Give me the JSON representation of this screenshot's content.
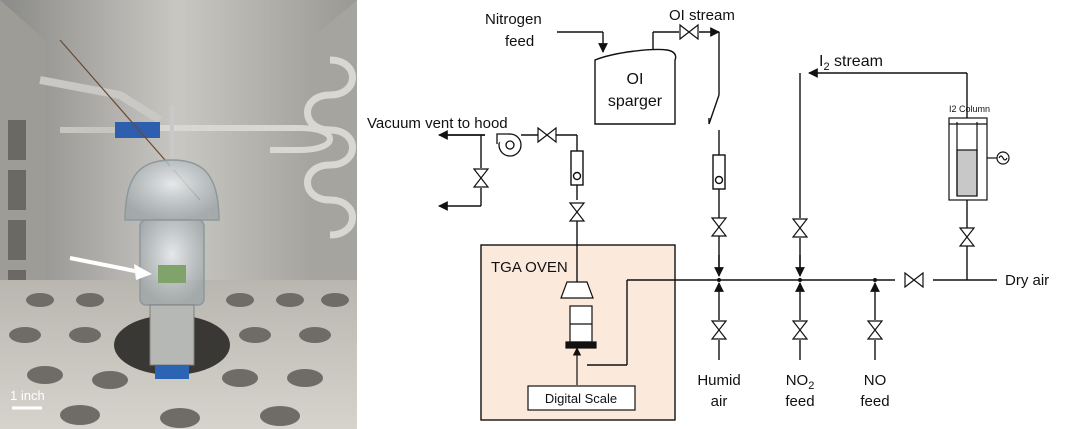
{
  "photo": {
    "scale_bar_label": "1 inch"
  },
  "diagram": {
    "labels": {
      "nitrogen_feed_1": "Nitrogen",
      "nitrogen_feed_2": "feed",
      "oi_stream": "OI stream",
      "oi_sparger_1": "OI",
      "oi_sparger_2": "sparger",
      "i2_stream_prefix": "I",
      "i2_stream_sub": "2",
      "i2_stream_suffix": " stream",
      "i2_column": "I2 Column",
      "vacuum_vent": "Vacuum vent to hood",
      "tga_oven": "TGA OVEN",
      "digital_scale": "Digital Scale",
      "humid_air_1": "Humid",
      "humid_air_2": "air",
      "no2_feed_prefix": "NO",
      "no2_feed_sub": "2",
      "no2_feed_2": "feed",
      "no_feed_1": "NO",
      "no_feed_2": "feed",
      "dry_air": "Dry air"
    },
    "colors": {
      "oven_fill": "#fbe9dc",
      "line": "#111111",
      "column_liquid": "#c8c8c8"
    }
  }
}
